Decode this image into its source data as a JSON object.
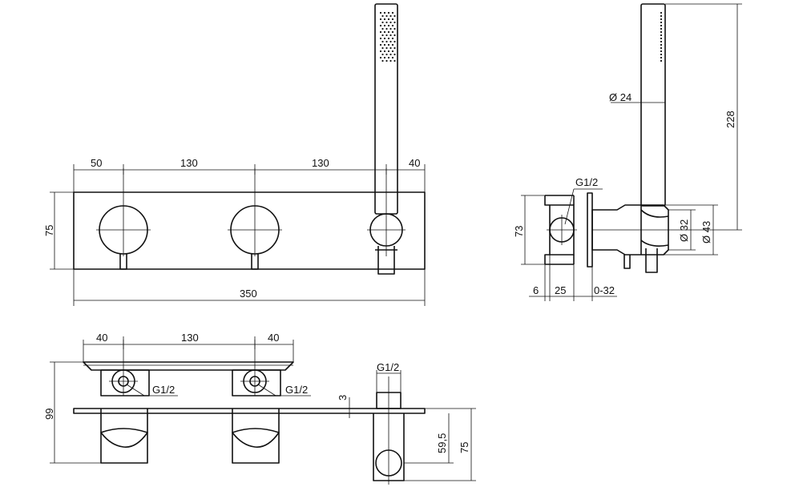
{
  "dimensions": {
    "front_w1": "50",
    "front_w2": "130",
    "front_w3": "130",
    "front_w4": "40",
    "front_total": "350",
    "front_height": "75",
    "side_head_dia": "Ø 24",
    "side_length": "228",
    "side_connection": "G1/2",
    "side_height": "73",
    "side_dia_32": "Ø 32",
    "side_dia_43": "Ø 43",
    "side_d6": "6",
    "side_d25": "25",
    "side_d032": "0-32",
    "top_w1": "40",
    "top_w2": "130",
    "top_w3": "40",
    "top_conn_left": "G1/2",
    "top_conn_right": "G1/2",
    "top_depth": "99",
    "top_plate": "3",
    "outlet_conn": "G1/2",
    "outlet_h595": "59,5",
    "outlet_h75": "75"
  }
}
